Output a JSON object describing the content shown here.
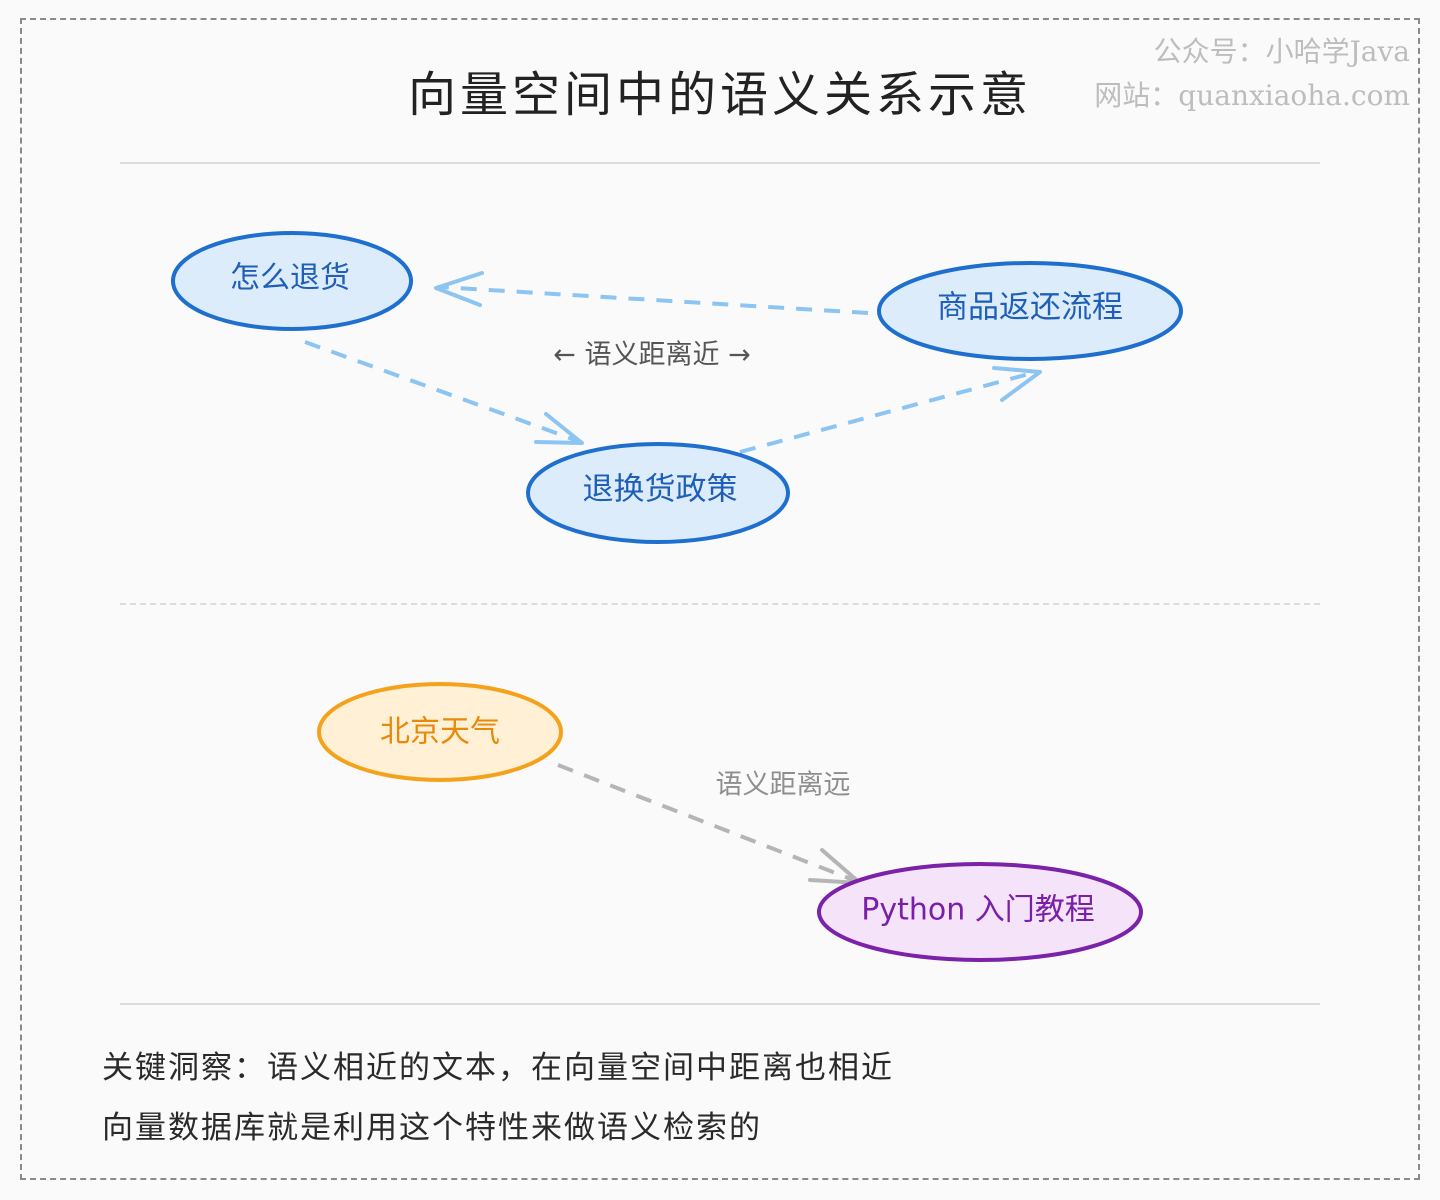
{
  "title": "向量空间中的语义关系示意",
  "watermark": {
    "line1": "公众号：小哈学Java",
    "line2": "网站：quanxiaoha.com"
  },
  "nodes": {
    "how_return": "怎么退货",
    "return_process": "商品返还流程",
    "return_policy": "退换货政策",
    "beijing_weather": "北京天气",
    "python_tutorial": "Python 入门教程"
  },
  "labels": {
    "near": "← 语义距离近 →",
    "far": "语义距离远"
  },
  "footer": {
    "line1": "关键洞察：语义相近的文本，在向量空间中距离也相近",
    "line2": "向量数据库就是利用这个特性来做语义检索的"
  },
  "colors": {
    "blue_stroke": "#1f6fcf",
    "blue_fill": "#dcecfb",
    "blue_text": "#1f5fb8",
    "arrow_near": "#8cc4f2",
    "orange_stroke": "#f5a21b",
    "orange_fill": "#fff0d6",
    "orange_text": "#e8890c",
    "purple_stroke": "#7b22a8",
    "purple_fill": "#f4e3f9",
    "purple_text": "#7a1fa8",
    "arrow_far": "#b5b5b5"
  }
}
